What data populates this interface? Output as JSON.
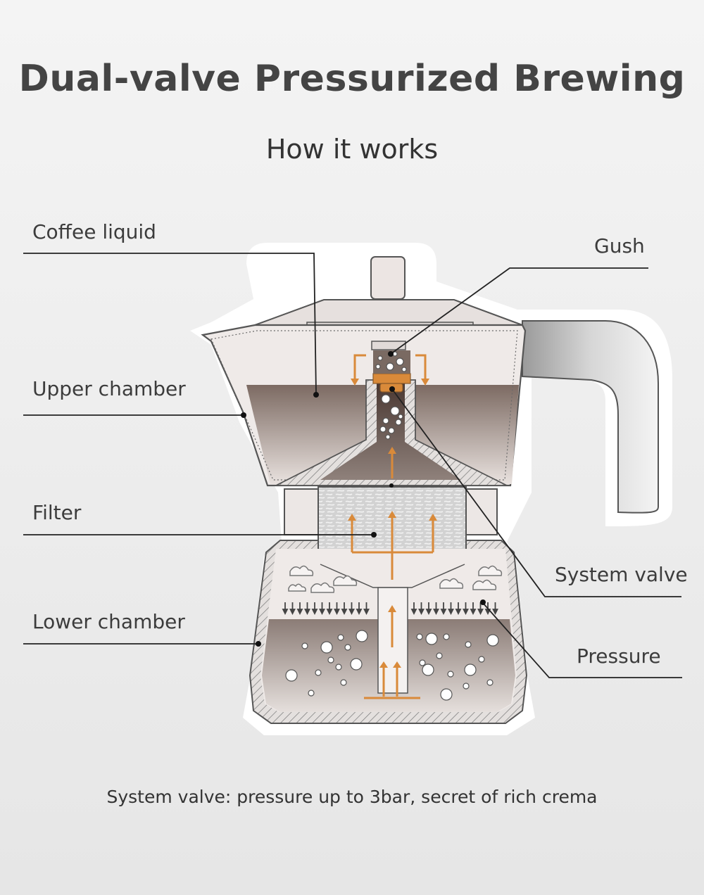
{
  "header": {
    "title": "Dual-valve Pressurized Brewing",
    "subtitle": "How it works"
  },
  "labels": {
    "coffee_liquid": "Coffee liquid",
    "upper_chamber": "Upper chamber",
    "filter": "Filter",
    "lower_chamber": "Lower chamber",
    "gush": "Gush",
    "system_valve": "System valve",
    "pressure": "Pressure"
  },
  "footer": {
    "caption": "System valve: pressure up to 3bar, secret of rich crema"
  },
  "colors": {
    "accent": "#d98a3a",
    "liquid": "#7a6a62",
    "outline": "#555555"
  }
}
